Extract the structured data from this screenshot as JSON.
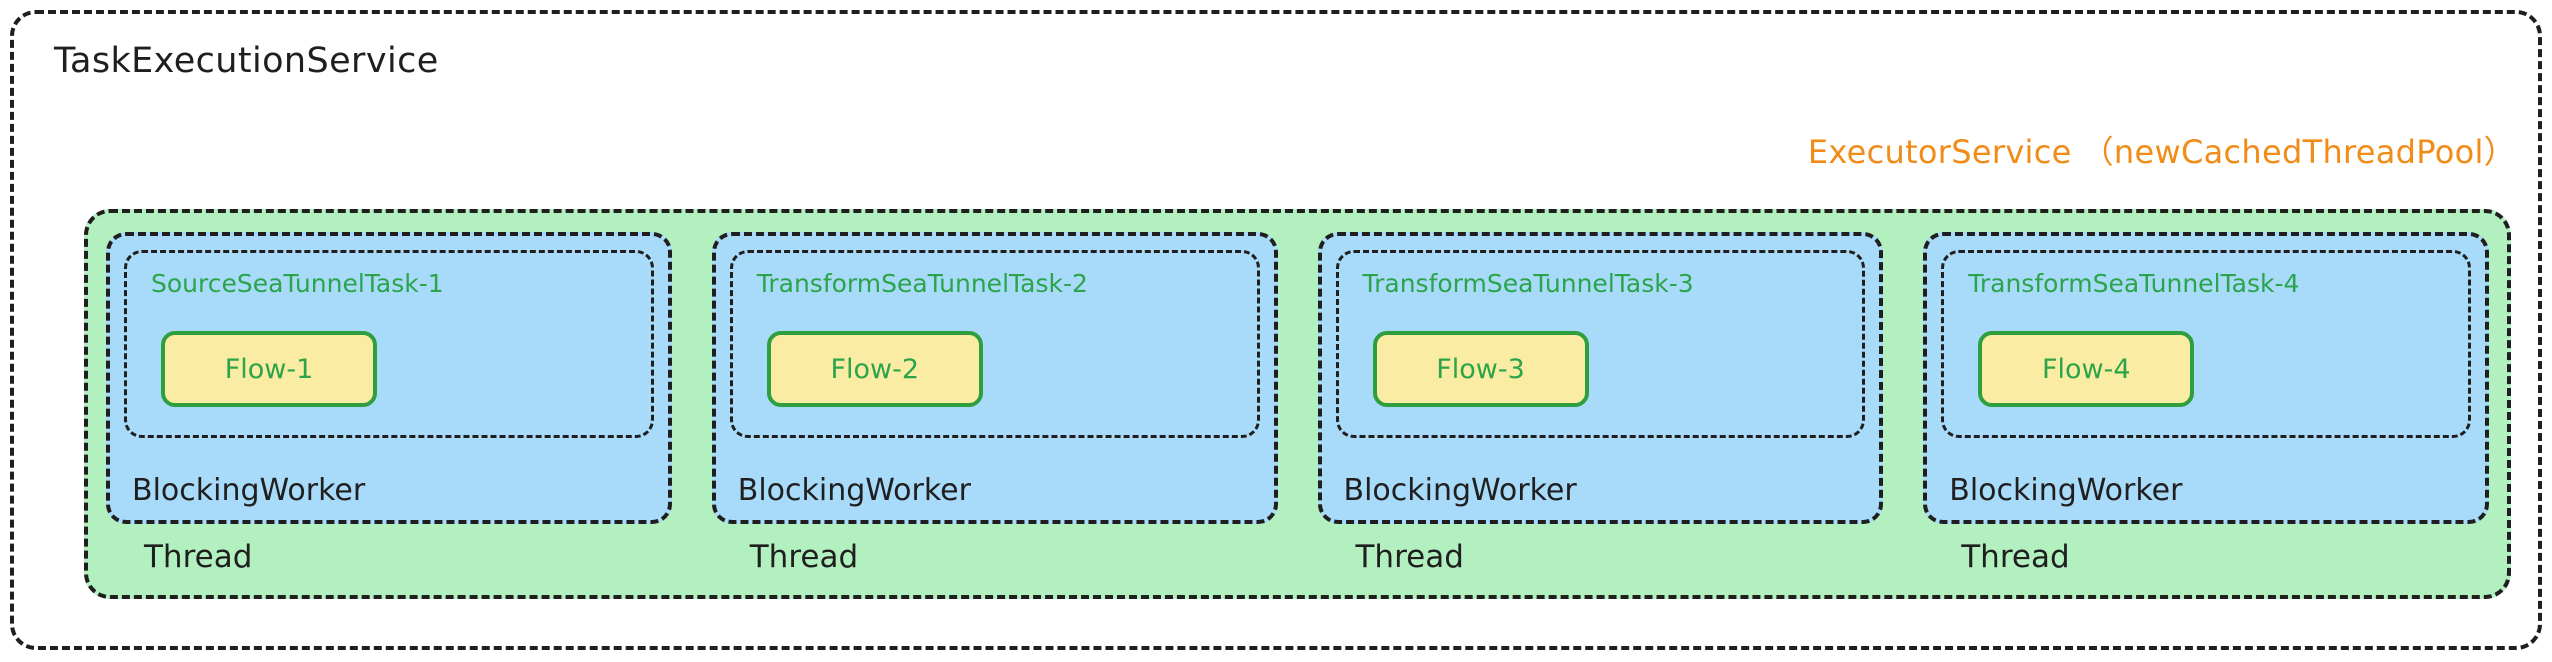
{
  "diagram": {
    "outer_container": {
      "title": "TaskExecutionService",
      "border_style": "dashed",
      "border_color": "#1f1f1f"
    },
    "executor": {
      "label": "ExecutorService",
      "pool_type": "（newCachedThreadPool）",
      "label_color": "#f28c18",
      "band_color": "#b3f0bf"
    },
    "colors": {
      "worker_fill": "#a8daf9",
      "pool_fill": "#b3f0bf",
      "flow_fill": "#fbeca3",
      "flow_border": "#2e9e3e",
      "task_text": "#2ba44a",
      "accent_orange": "#f28c18",
      "ink": "#1f1f1f",
      "page_background": "#ffffff"
    },
    "threads": [
      {
        "thread_label": "Thread",
        "worker_label": "BlockingWorker",
        "task_label": "SourceSeaTunnelTask-1",
        "flow_label": "Flow-1"
      },
      {
        "thread_label": "Thread",
        "worker_label": "BlockingWorker",
        "task_label": "TransformSeaTunnelTask-2",
        "flow_label": "Flow-2"
      },
      {
        "thread_label": "Thread",
        "worker_label": "BlockingWorker",
        "task_label": "TransformSeaTunnelTask-3",
        "flow_label": "Flow-3"
      },
      {
        "thread_label": "Thread",
        "worker_label": "BlockingWorker",
        "task_label": "TransformSeaTunnelTask-4",
        "flow_label": "Flow-4"
      }
    ]
  }
}
